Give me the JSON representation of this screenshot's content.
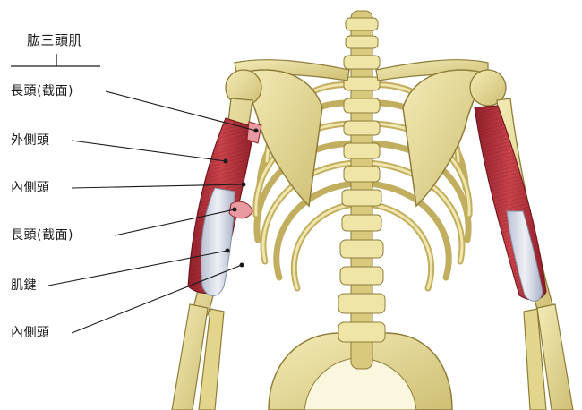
{
  "title": "肱三頭肌",
  "labels": [
    "長頭(截面)",
    "外側頭",
    "內側頭",
    "長頭(截面)",
    "肌鍵",
    "內側頭"
  ],
  "colors": {
    "bone": "#e8dc98",
    "bone_shadow": "#b9a65a",
    "muscle": "#b8323a",
    "tendon": "#d8dde8",
    "leader": "#1a1a1a"
  }
}
